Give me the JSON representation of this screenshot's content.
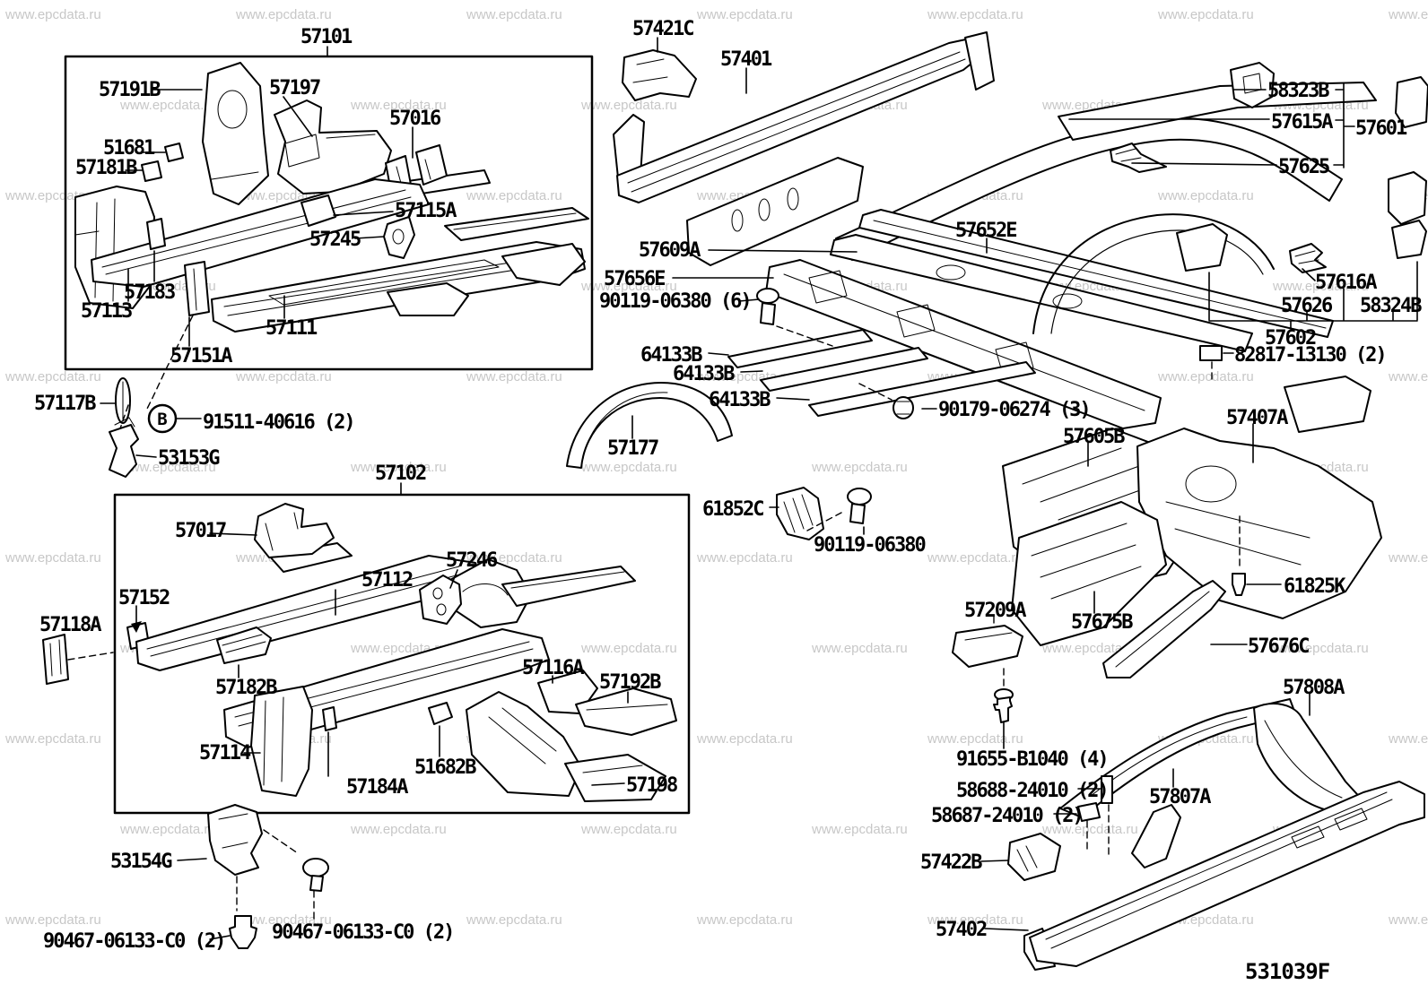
{
  "diagram": {
    "watermark": "www.epcdata.ru",
    "drawing_code": "531039F",
    "fastener_callout": "B"
  },
  "labels": [
    {
      "text": "57101"
    },
    {
      "text": "57191B"
    },
    {
      "text": "57197"
    },
    {
      "text": "57016"
    },
    {
      "text": "51681"
    },
    {
      "text": "57181B"
    },
    {
      "text": "57115A"
    },
    {
      "text": "57245"
    },
    {
      "text": "57183"
    },
    {
      "text": "57113"
    },
    {
      "text": "57111"
    },
    {
      "text": "57151A"
    },
    {
      "text": "57117B"
    },
    {
      "text": "91511-40616 (2)"
    },
    {
      "text": "53153G"
    },
    {
      "text": "57102"
    },
    {
      "text": "57017"
    },
    {
      "text": "57152"
    },
    {
      "text": "57118A"
    },
    {
      "text": "57112"
    },
    {
      "text": "57246"
    },
    {
      "text": "57182B"
    },
    {
      "text": "57116A"
    },
    {
      "text": "57192B"
    },
    {
      "text": "57114"
    },
    {
      "text": "51682B"
    },
    {
      "text": "57184A"
    },
    {
      "text": "57198"
    },
    {
      "text": "53154G"
    },
    {
      "text": "90467-06133-C0 (2)"
    },
    {
      "text": "90467-06133-C0 (2)"
    },
    {
      "text": "57421C"
    },
    {
      "text": "57401"
    },
    {
      "text": "58323B"
    },
    {
      "text": "57615A"
    },
    {
      "text": "57601"
    },
    {
      "text": "57625"
    },
    {
      "text": "57652E"
    },
    {
      "text": "57609A"
    },
    {
      "text": "57656E"
    },
    {
      "text": "90119-06380 (6)"
    },
    {
      "text": "64133B"
    },
    {
      "text": "64133B"
    },
    {
      "text": "64133B"
    },
    {
      "text": "90179-06274 (3)"
    },
    {
      "text": "57177"
    },
    {
      "text": "61852C"
    },
    {
      "text": "90119-06380"
    },
    {
      "text": "57616A"
    },
    {
      "text": "57626"
    },
    {
      "text": "58324B"
    },
    {
      "text": "57602"
    },
    {
      "text": "82817-13130 (2)"
    },
    {
      "text": "57407A"
    },
    {
      "text": "57605B"
    },
    {
      "text": "61825K"
    },
    {
      "text": "57209A"
    },
    {
      "text": "57675B"
    },
    {
      "text": "57676C"
    },
    {
      "text": "57808A"
    },
    {
      "text": "91655-B1040 (4)"
    },
    {
      "text": "58688-24010 (2)"
    },
    {
      "text": "58687-24010 (2)"
    },
    {
      "text": "57807A"
    },
    {
      "text": "57422B"
    },
    {
      "text": "57402"
    },
    {
      "text": "531039F"
    }
  ]
}
